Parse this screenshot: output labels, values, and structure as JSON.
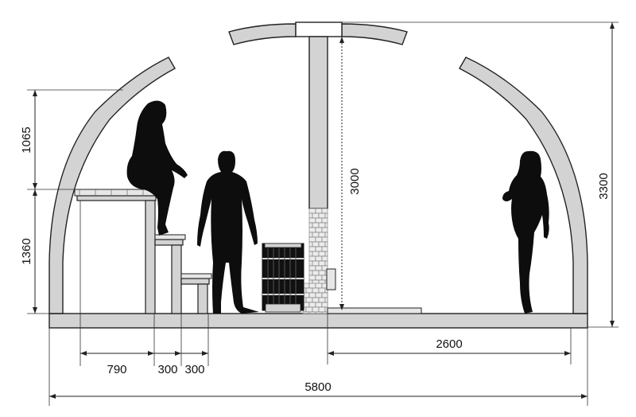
{
  "dimensions": {
    "overall_width": "5800",
    "room_right": "2600",
    "bench_top_depth": "790",
    "bench_step_1": "300",
    "bench_step_2": "300",
    "upper_clearance": "1065",
    "bench_height": "1360",
    "chimney_height": "3000",
    "total_height": "3300"
  },
  "colors": {
    "structure_fill": "#d3d3d3",
    "outline": "#222222",
    "silhouette": "#0d0d0d"
  }
}
